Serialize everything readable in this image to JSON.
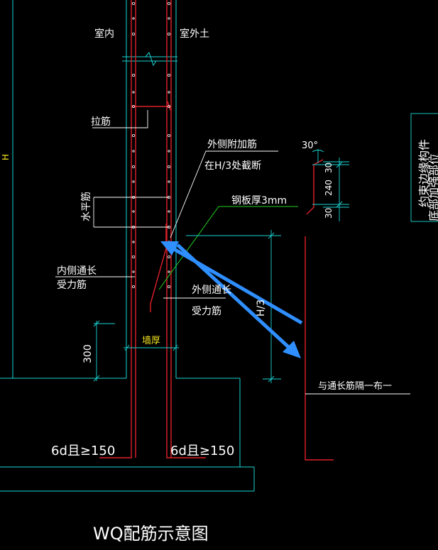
{
  "colors": {
    "background": "#000000",
    "structure": "#19d4d4",
    "rebar": "#e0202a",
    "annotation": "#ffffff",
    "leader_green": "#1fd21f",
    "highlight": "#f0e020",
    "arrow": "#2f8fff"
  },
  "labels": {
    "indoor": "室内",
    "outdoor_soil": "室外土",
    "tie_bar": "拉筋",
    "outer_extra_bar": "外侧附加筋",
    "cut_at_h3": "在H/3处截断",
    "steel_plate": "钢板厚3mm",
    "horizontal_bar": "水平筋",
    "inner_long_bar_1": "内侧通长",
    "inner_long_bar_2": "受力筋",
    "outer_long_bar_1": "外侧通长",
    "outer_long_bar_2": "受力筋",
    "wall_thickness": "墙厚",
    "dim_300": "300",
    "dim_h3": "H/3",
    "dim_h": "H",
    "anchor_left": "6d且≥150",
    "anchor_right": "6d且≥150",
    "spacing_note": "与通长筋隔一布一",
    "angle": "30°",
    "detail_30_top": "30",
    "detail_240": "240",
    "detail_30_bottom": "30",
    "side_label_1": "约束边缘构件",
    "side_label_2": "底部加强部位",
    "title": "WQ配筋示意图"
  }
}
